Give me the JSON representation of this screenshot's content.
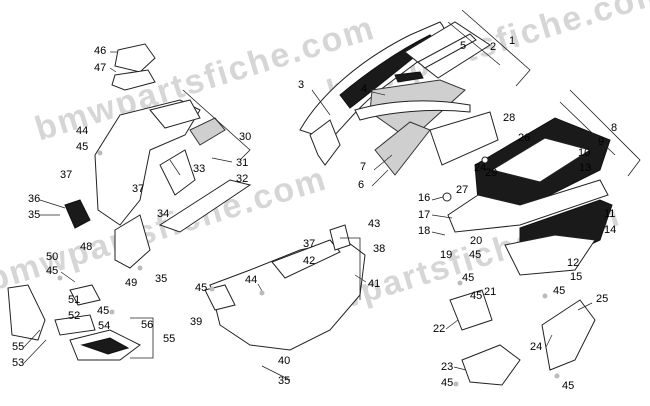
{
  "watermark": {
    "lines": [
      "bmwpartsfiche.com",
      "bmwpartsfiche.com",
      "bmwpartsfiche.com",
      "bmwpartsfiche.com"
    ]
  },
  "callouts": {
    "c1": "1",
    "c2": "2",
    "c3": "3",
    "c4": "4",
    "c5": "5",
    "c6": "6",
    "c7": "7",
    "c8": "8",
    "c9": "9",
    "c10": "10",
    "c11": "11",
    "c12": "12",
    "c13": "13",
    "c14": "14",
    "c15": "15",
    "c16": "16",
    "c17": "17",
    "c18": "18",
    "c19": "19",
    "c20": "20",
    "c21": "21",
    "c22": "22",
    "c23": "23",
    "c24a": "24",
    "c24b": "24",
    "c25": "25",
    "c26": "26",
    "c27": "27",
    "c28": "28",
    "c29": "29",
    "c30": "30",
    "c31": "31",
    "c32": "32",
    "c33": "33",
    "c34": "34",
    "c35a": "35",
    "c35b": "35",
    "c35c": "35",
    "c36": "36",
    "c37a": "37",
    "c37b": "37",
    "c37c": "37",
    "c38": "38",
    "c39": "39",
    "c40": "40",
    "c41": "41",
    "c42": "42",
    "c43": "43",
    "c44a": "44",
    "c44b": "44",
    "c45a": "45",
    "c45b": "45",
    "c45c": "45",
    "c45d": "45",
    "c45e": "45",
    "c45f": "45",
    "c45g": "45",
    "c45h": "45",
    "c45i": "45",
    "c45j": "45",
    "c46": "46",
    "c47": "47",
    "c48": "48",
    "c49": "49",
    "c50": "50",
    "c51": "51",
    "c52": "52",
    "c53": "53",
    "c54": "54",
    "c55a": "55",
    "c55b": "55",
    "c56": "56"
  }
}
